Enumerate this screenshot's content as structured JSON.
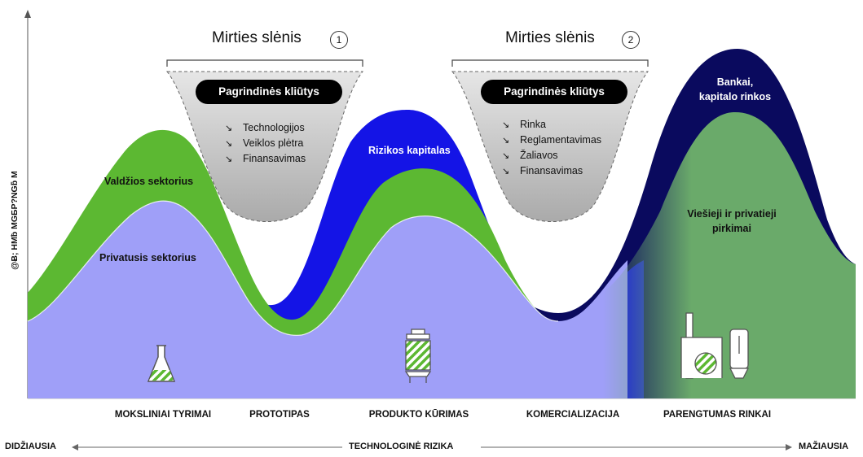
{
  "y_axis_label": "@Ƀ; HMƀ MGƂP?NGƃ M",
  "valleys": [
    {
      "title": "Mirties slėnis",
      "number": "1",
      "barriers_title": "Pagrindinės kliūtys",
      "barriers": [
        "Technologijos",
        "Veiklos plėtra",
        "Finansavimas"
      ]
    },
    {
      "title": "Mirties slėnis",
      "number": "2",
      "barriers_title": "Pagrindinės kliūtys",
      "barriers": [
        "Rinka",
        "Reglamentavimas",
        "Žaliavos",
        "Finansavimas"
      ]
    }
  ],
  "areas": {
    "government": "Valdžios sektorius",
    "private": "Privatusis sektorius",
    "venture": "Rizikos kapitalas",
    "banks_line1": "Bankai,",
    "banks_line2": "kapitalo rinkos",
    "procurement_line1": "Viešieji ir privatieji",
    "procurement_line2": "pirkimai"
  },
  "stages": [
    "MOKSLINIAI TYRIMAI",
    "PROTOTIPAS",
    "PRODUKTO KŪRIMAS",
    "KOMERCIALIZACIJA",
    "PARENGTUMAS RINKAI"
  ],
  "x_axis": {
    "left": "DIDŽIAUSIA",
    "center": "TECHNOLOGINĖ RIZIKA",
    "right": "MAŽIAUSIA"
  },
  "icons": [
    "flask-icon",
    "reactor-icon",
    "factory-icon"
  ],
  "colors": {
    "private": "#9f9ff8",
    "government": "#5cb832",
    "venture": "#1414e6",
    "banks": "#0a0a5e",
    "procurement": "#6aaa6a",
    "valley": "#c8c8c8"
  }
}
